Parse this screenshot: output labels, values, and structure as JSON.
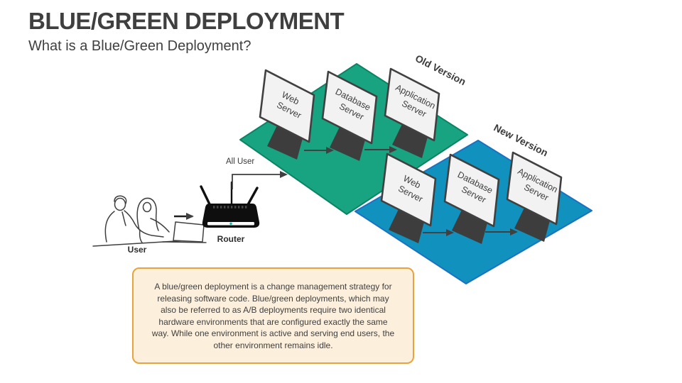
{
  "slide": {
    "title": "BLUE/GREEN DEPLOYMENT",
    "subtitle": "What is a Blue/Green Deployment?"
  },
  "colors": {
    "green_platform": "#18A481",
    "green_edge": "#0B8463",
    "blue_platform": "#1191BD",
    "blue_edge": "#1B72C4",
    "monitor_screen": "#F2F2F2",
    "monitor_frame": "#404040",
    "stand": "#3D3D3D",
    "arrow": "#404040",
    "note_border": "#E8A33C",
    "note_fill": "#FCEFDB",
    "text_ink": "#3F3F3F"
  },
  "diagram": {
    "old_env": {
      "version_label": "Old Version",
      "servers": [
        {
          "line1": "Web",
          "line2": "Server"
        },
        {
          "line1": "Database",
          "line2": "Server"
        },
        {
          "line1": "Application",
          "line2": "Server"
        }
      ]
    },
    "new_env": {
      "version_label": "New Version",
      "servers": [
        {
          "line1": "Web",
          "line2": "Server"
        },
        {
          "line1": "Database",
          "line2": "Server"
        },
        {
          "line1": "Application",
          "line2": "Server"
        }
      ]
    },
    "labels": {
      "all_user": "All User",
      "user": "User",
      "router": "Router"
    }
  },
  "note": {
    "lines": [
      "A blue/green deployment is a change management strategy for",
      "releasing software code. Blue/green deployments, which may",
      "also be referred to as A/B deployments require two identical",
      "hardware environments that are configured exactly the same",
      "way. While one environment is active and serving end users, the",
      "other environment remains idle."
    ]
  }
}
